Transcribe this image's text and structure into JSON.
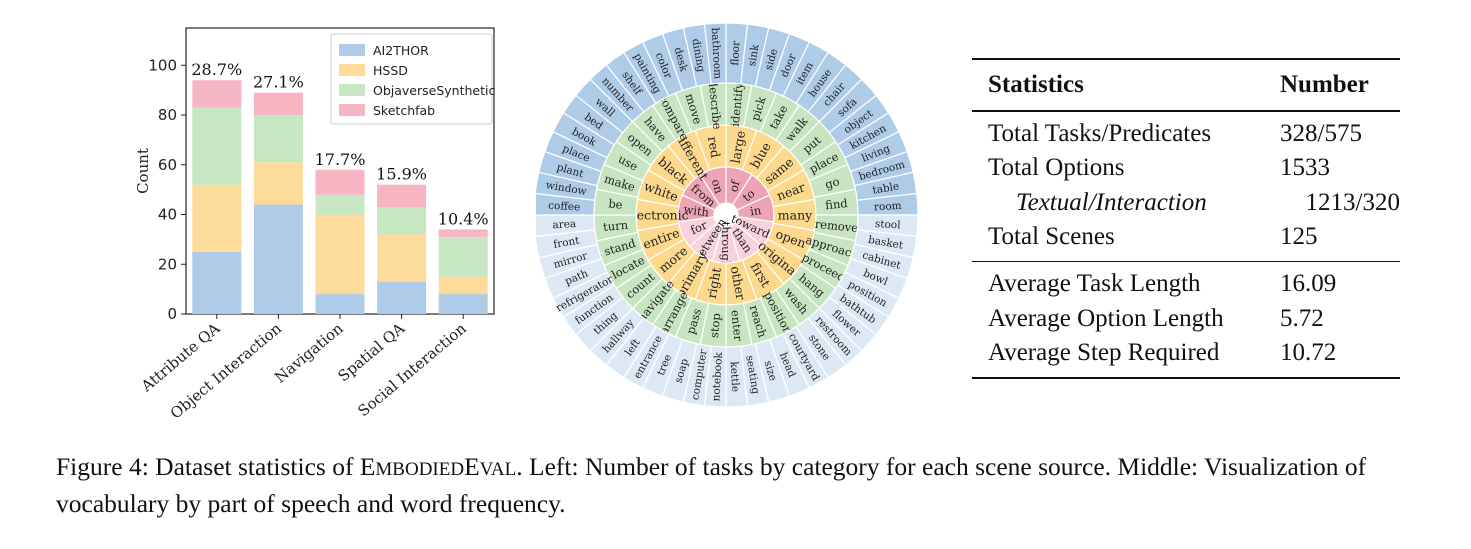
{
  "bar_chart": {
    "chart_data": {
      "type": "bar",
      "stacked": true,
      "categories": [
        "Attribute QA",
        "Object Interaction",
        "Navigation",
        "Spatial QA",
        "Social Interaction"
      ],
      "series": [
        {
          "name": "AI2THOR",
          "color": "#aecbe8",
          "values": [
            25,
            44,
            8,
            13,
            8
          ]
        },
        {
          "name": "HSSD",
          "color": "#fddc9b",
          "values": [
            27,
            17,
            32,
            19,
            7
          ]
        },
        {
          "name": "ObjaverseSynthetic",
          "color": "#c7e7c2",
          "values": [
            31,
            19,
            8,
            11,
            16
          ]
        },
        {
          "name": "Sketchfab",
          "color": "#f5b5c2",
          "values": [
            11,
            9,
            10,
            9,
            3
          ]
        }
      ],
      "data_labels": [
        "28.7%",
        "27.1%",
        "17.7%",
        "15.9%",
        "10.4%"
      ],
      "ylabel": "Count",
      "ylim": [
        0,
        115
      ],
      "yticks": [
        0,
        20,
        40,
        60,
        80,
        100
      ],
      "legend": "top-right",
      "grid": false
    }
  },
  "sunburst": {
    "colors": {
      "prep": "#eda5b5",
      "prep_light": "#f8d3dd",
      "adj": "#fdd98d",
      "verb": "#c7e5c0",
      "noun": "#aecbe8",
      "noun_light": "#dce9f5"
    },
    "rings": {
      "prepositions": [
        "of",
        "to",
        "in",
        "towards",
        "than",
        "through",
        "between",
        "for",
        "with",
        "from",
        "on"
      ],
      "adjectives": [
        "large",
        "blue",
        "same",
        "near",
        "many",
        "open",
        "original",
        "first",
        "other",
        "right",
        "primary",
        "more",
        "entire",
        "electronic",
        "white",
        "black",
        "different",
        "red"
      ],
      "verbs": [
        "identify",
        "pick",
        "take",
        "walk",
        "put",
        "place",
        "go",
        "find",
        "remove",
        "approach",
        "proceed",
        "hang",
        "wash",
        "position",
        "reach",
        "enter",
        "stop",
        "pass",
        "arrange",
        "navigate",
        "count",
        "locate",
        "stand",
        "turn",
        "be",
        "make",
        "use",
        "open",
        "have",
        "compare",
        "move",
        "describe"
      ],
      "nouns": [
        "floor",
        "sink",
        "side",
        "door",
        "item",
        "house",
        "chair",
        "sofa",
        "object",
        "kitchen",
        "living",
        "bedroom",
        "table",
        "room",
        "stool",
        "basket",
        "cabinet",
        "bowl",
        "position",
        "bathtub",
        "flower",
        "restroom",
        "stone",
        "courtyard",
        "head",
        "size",
        "seating",
        "kettle",
        "notebook",
        "computer",
        "soap",
        "tree",
        "entrance",
        "left",
        "hallway",
        "thing",
        "function",
        "refrigerator",
        "path",
        "mirror",
        "front",
        "area",
        "coffee",
        "window",
        "plant",
        "place",
        "book",
        "bed",
        "wall",
        "number",
        "shelf",
        "painting",
        "color",
        "desk",
        "dining",
        "bathroom"
      ]
    }
  },
  "stats_table": {
    "header": {
      "col1": "Statistics",
      "col2": "Number"
    },
    "group1": [
      {
        "label": "Total Tasks/Predicates",
        "value": "328/575"
      },
      {
        "label": "Total Options",
        "value": "1533"
      },
      {
        "label": "Textual/Interaction",
        "value": "1213/320"
      },
      {
        "label": "Total Scenes",
        "value": "125"
      }
    ],
    "group2": [
      {
        "label": "Average Task Length",
        "value": "16.09"
      },
      {
        "label": "Average Option Length",
        "value": "5.72"
      },
      {
        "label": "Average Step Required",
        "value": "10.72"
      }
    ]
  },
  "caption": {
    "prefix": "Figure 4: Dataset statistics of ",
    "name_e": "E",
    "name_mbodied": "MBODIED",
    "name_e2": "E",
    "name_val": "VAL",
    "suffix": ". Left: Number of tasks by category for each scene source. Middle: Visualization of vocabulary by part of speech and word frequency."
  }
}
